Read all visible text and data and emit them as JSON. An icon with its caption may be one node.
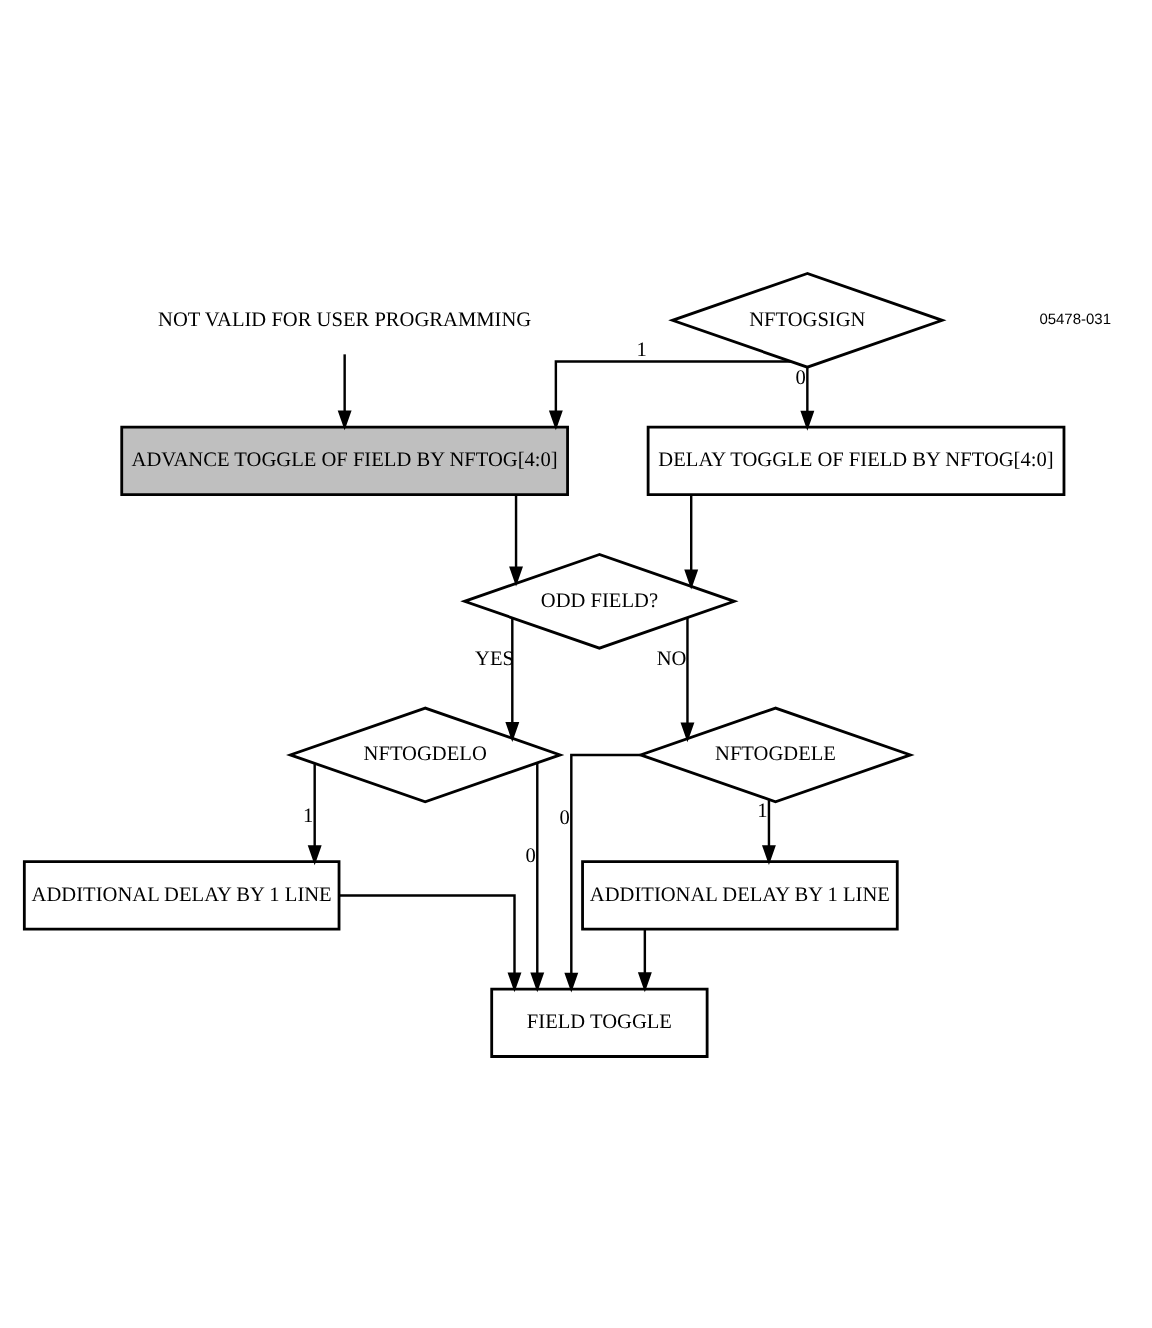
{
  "diagram": {
    "nodes": [
      {
        "text": [
          "NFTOGSIGN"
        ]
      },
      {
        "text": [
          "ADVANCE TOGGLE OF FIELD BY NFTOG[4:0]"
        ]
      },
      {
        "text": [
          "DELAY TOGGLE OF FIELD BY NFTOG[4:0]"
        ]
      },
      {
        "text": [
          "NOT VALID FOR USER PROGRAMMING"
        ]
      },
      {
        "text": [
          "ODD FIELD?"
        ]
      },
      {
        "text": [
          "NFTOGDELO"
        ]
      },
      {
        "text": [
          "NFTOGDELE"
        ]
      },
      {
        "text": [
          "ADDITIONAL DELAY BY 1 LINE"
        ]
      },
      {
        "text": [
          "ADDITIONAL DELAY BY 1 LINE"
        ]
      },
      {
        "text": [
          "FIELD TOGGLE"
        ]
      }
    ],
    "edges": [
      {
        "from": 0,
        "to": 1,
        "arrow": "to",
        "label": "1"
      },
      {
        "from": 0,
        "to": 2,
        "arrow": "to",
        "label": "0"
      },
      {
        "from": 3,
        "to": 1,
        "arrow": "to"
      },
      {
        "from": 1,
        "to": 4,
        "arrow": "to"
      },
      {
        "from": 2,
        "to": 4,
        "arrow": "to"
      },
      {
        "from": 4,
        "to": 5,
        "arrow": "to",
        "label": "YES"
      },
      {
        "from": 4,
        "to": 6,
        "arrow": "to",
        "label": "NO"
      },
      {
        "from": 5,
        "to": 7,
        "arrow": "to",
        "label": "1"
      },
      {
        "from": 5,
        "to": 9,
        "arrow": "to",
        "label": "0"
      },
      {
        "from": 7,
        "to": 9,
        "arrow": "to"
      },
      {
        "from": 6,
        "to": 9,
        "arrow": "to",
        "label": "0"
      },
      {
        "from": 6,
        "to": 8,
        "arrow": "to",
        "label": "1"
      },
      {
        "from": 8,
        "to": 9,
        "arrow": "to"
      }
    ],
    "labels": [
      "05478-031"
    ]
  }
}
